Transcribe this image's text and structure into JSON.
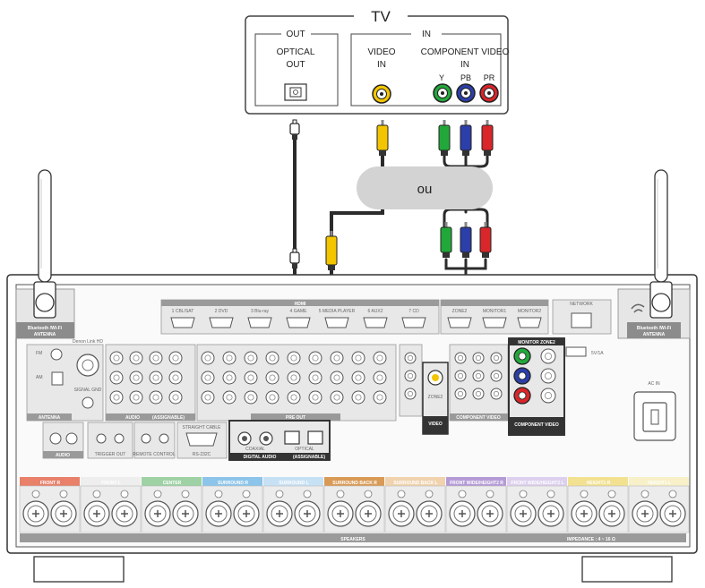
{
  "tv": {
    "title": "TV",
    "out_label": "OUT",
    "in_label": "IN",
    "optical_out_line1": "OPTICAL",
    "optical_out_line2": "OUT",
    "video_in_line1": "VIDEO",
    "video_in_line2": "IN",
    "component_line1": "COMPONENT VIDEO",
    "component_line2": "IN",
    "jack_y": "Y",
    "jack_pb": "PB",
    "jack_pr": "PR"
  },
  "connector": {
    "or_label": "ou"
  },
  "receiver": {
    "wifi_left": "Bluetooth /Wi-Fi",
    "wifi_left2": "ANTENNA",
    "wifi_right": "Bluetooth /Wi-Fi",
    "wifi_right2": "ANTENNA",
    "hdmi_label": "HDMI",
    "network_label": "NETWORK",
    "hdmi_inputs": [
      "1 CBL/SAT",
      "2 DVD",
      "3 Blu-ray",
      "4 GAME",
      "5 MEDIA PLAYER",
      "6 AUX2",
      "7 CD"
    ],
    "hdmi_outputs": [
      "ZONE2",
      "MONITOR1",
      "MONITOR2"
    ],
    "fm": "FM",
    "am": "AM",
    "antenna": "ANTENNA",
    "denon_link": "Denon Link HD",
    "signal_gnd": "SIGNAL GND",
    "audio": "AUDIO",
    "assignable": "(ASSIGNABLE)",
    "pre_out": "PRE OUT",
    "video": "VIDEO",
    "zone2": "ZONE2",
    "component_video": "COMPONENT VIDEO",
    "monitor_zone2": "MONITOR ZONE2",
    "trigger_out": "TRIGGER OUT",
    "remote_control": "REMOTE CONTROL",
    "rs232c": "RS-232C",
    "straight_cable": "STRAIGHT CABLE",
    "digital_audio": "DIGITAL AUDIO",
    "coaxial": "COAXIAL",
    "optical": "OPTICAL",
    "ac_in": "AC IN",
    "usb": "5V/1A",
    "speakers": "SPEAKERS",
    "impedance": "IMPEDANCE : 4 ~ 16 Ω",
    "speaker_groups": [
      {
        "label": "FRONT R",
        "color": "#e8806a"
      },
      {
        "label": "FRONT L",
        "color": "#eeeeee"
      },
      {
        "label": "CENTER",
        "color": "#9ed1a3"
      },
      {
        "label": "SURROUND R",
        "color": "#8cc4ea"
      },
      {
        "label": "SURROUND L",
        "color": "#c7e1f4"
      },
      {
        "label": "SURROUND BACK R",
        "color": "#d99a56"
      },
      {
        "label": "SURROUND BACK L",
        "color": "#f0d3ae"
      },
      {
        "label": "FRONT WIDE/HEIGHT2 R",
        "color": "#b49bd6"
      },
      {
        "label": "FRONT WIDE/HEIGHT2 L",
        "color": "#ddd0ee"
      },
      {
        "label": "HEIGHT1 R",
        "color": "#f2e190"
      },
      {
        "label": "HEIGHT1 L",
        "color": "#f7f0c8"
      }
    ]
  },
  "colors": {
    "yellow": "#f2c500",
    "green": "#22a83a",
    "blue": "#2c3ea8",
    "red": "#d8262a",
    "cable": "#2b2b2b",
    "or_pill": "#d3d3d3"
  }
}
